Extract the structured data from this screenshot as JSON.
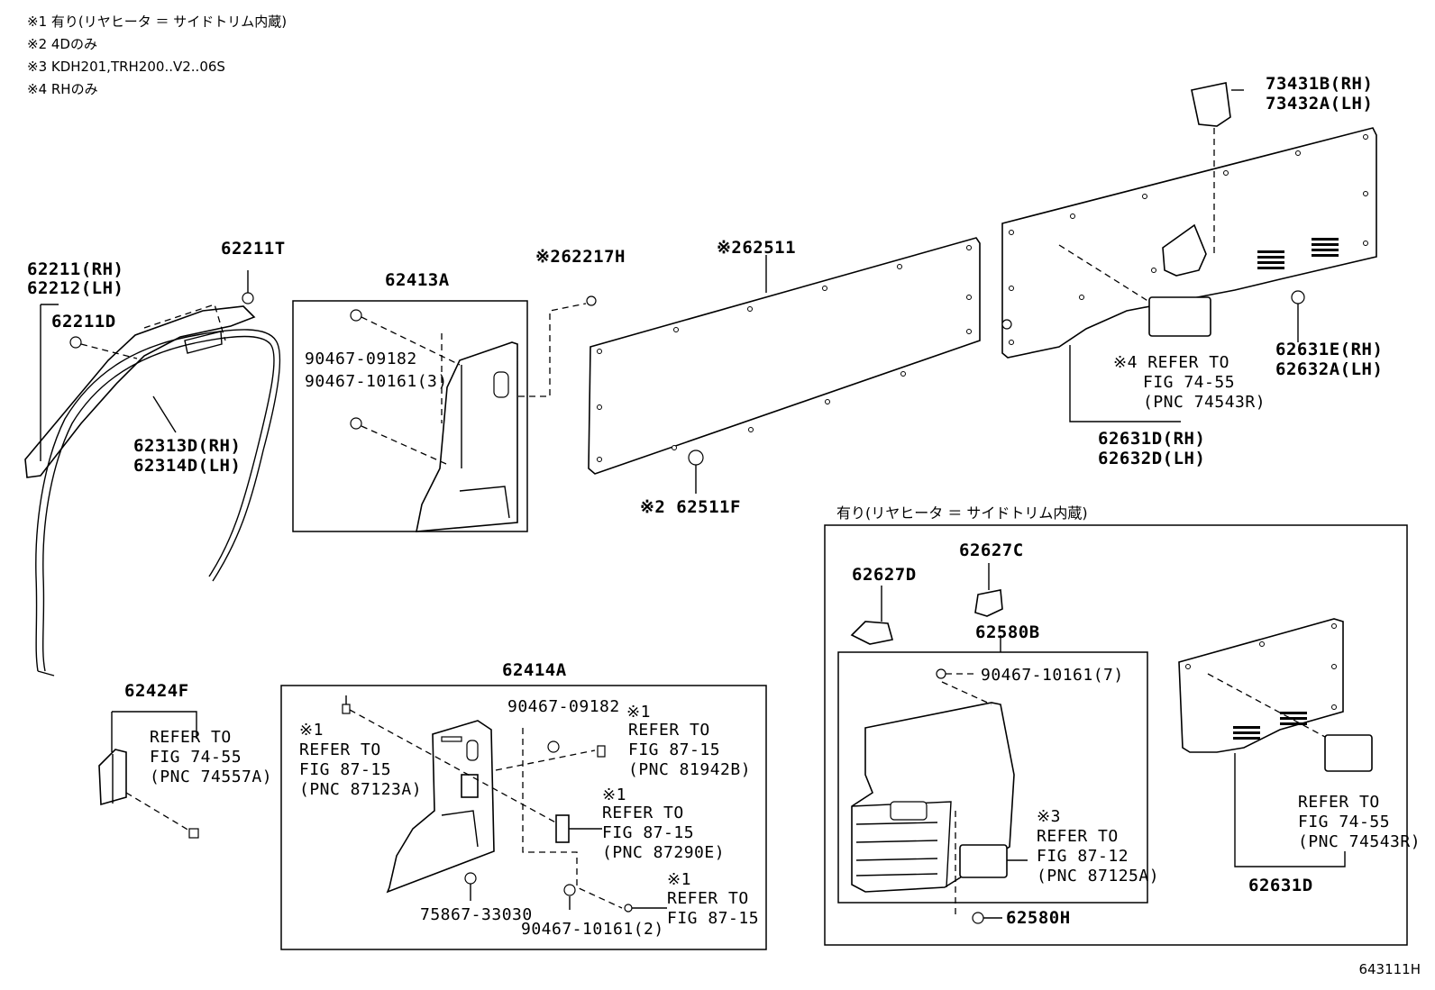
{
  "notes": [
    "※1 有り(リヤヒータ ＝ サイドトリム内蔵)",
    "※2 4Dのみ",
    "※3 KDH201,TRH200..V2..06S",
    "※4 RHのみ"
  ],
  "labels": {
    "p73431": "73431B(RH)",
    "p73432": "73432A(LH)",
    "p62211t": "62211T",
    "p62211": "62211(RH)",
    "p62212": "62212(LH)",
    "p62211d": "62211D",
    "p62413a": "62413A",
    "p62217h": "※262217H",
    "p62511": "※262511",
    "p90467a": "90467-09182",
    "p90467b": "90467-10161(3)",
    "p62313d": "62313D(RH)",
    "p62314d": "62314D(LH)",
    "p62631e": "62631E(RH)",
    "p62632a": "62632A(LH)",
    "ref4_1": "※4 REFER TO",
    "ref4_2": "FIG 74-55",
    "ref4_3": "(PNC 74543R)",
    "p62631d": "62631D(RH)",
    "p62632d": "62632D(LH)",
    "p62511f": "※2 62511F",
    "heater_title": "有り(リヤヒータ ＝ サイドトリム内蔵)",
    "p62627c": "62627C",
    "p62627d": "62627D",
    "p62580b": "62580B",
    "p62424f": "62424F",
    "refA_1": "REFER TO",
    "refA_2": "FIG 74-55",
    "refA_3": "(PNC 74557A)",
    "p62414a": "62414A",
    "p90467c": "90467-09182",
    "ref1a_0": "※1",
    "ref1a_1": "REFER TO",
    "ref1a_2": "FIG 87-15",
    "ref1a_3": "(PNC 87123A)",
    "ref1b_0": "※1",
    "ref1b_1": "REFER TO",
    "ref1b_2": "FIG 87-15",
    "ref1b_3": "(PNC 81942B)",
    "ref1c_0": "※1",
    "ref1c_1": "REFER TO",
    "ref1c_2": "FIG 87-15",
    "ref1c_3": "(PNC 87290E)",
    "ref1d_0": "※1",
    "ref1d_1": "REFER TO",
    "ref1d_2": "FIG 87-15",
    "p75867": "75867-33030",
    "p90467d": "90467-10161(2)",
    "p90467e": "90467-10161(7)",
    "ref3_0": "※3",
    "ref3_1": "REFER TO",
    "ref3_2": "FIG 87-12",
    "ref3_3": "(PNC 87125A)",
    "p62580h": "62580H",
    "refB_1": "REFER TO",
    "refB_2": "FIG 74-55",
    "refB_3": "(PNC 74543R)",
    "p62631d2": "62631D"
  },
  "figure_id": "643111H"
}
